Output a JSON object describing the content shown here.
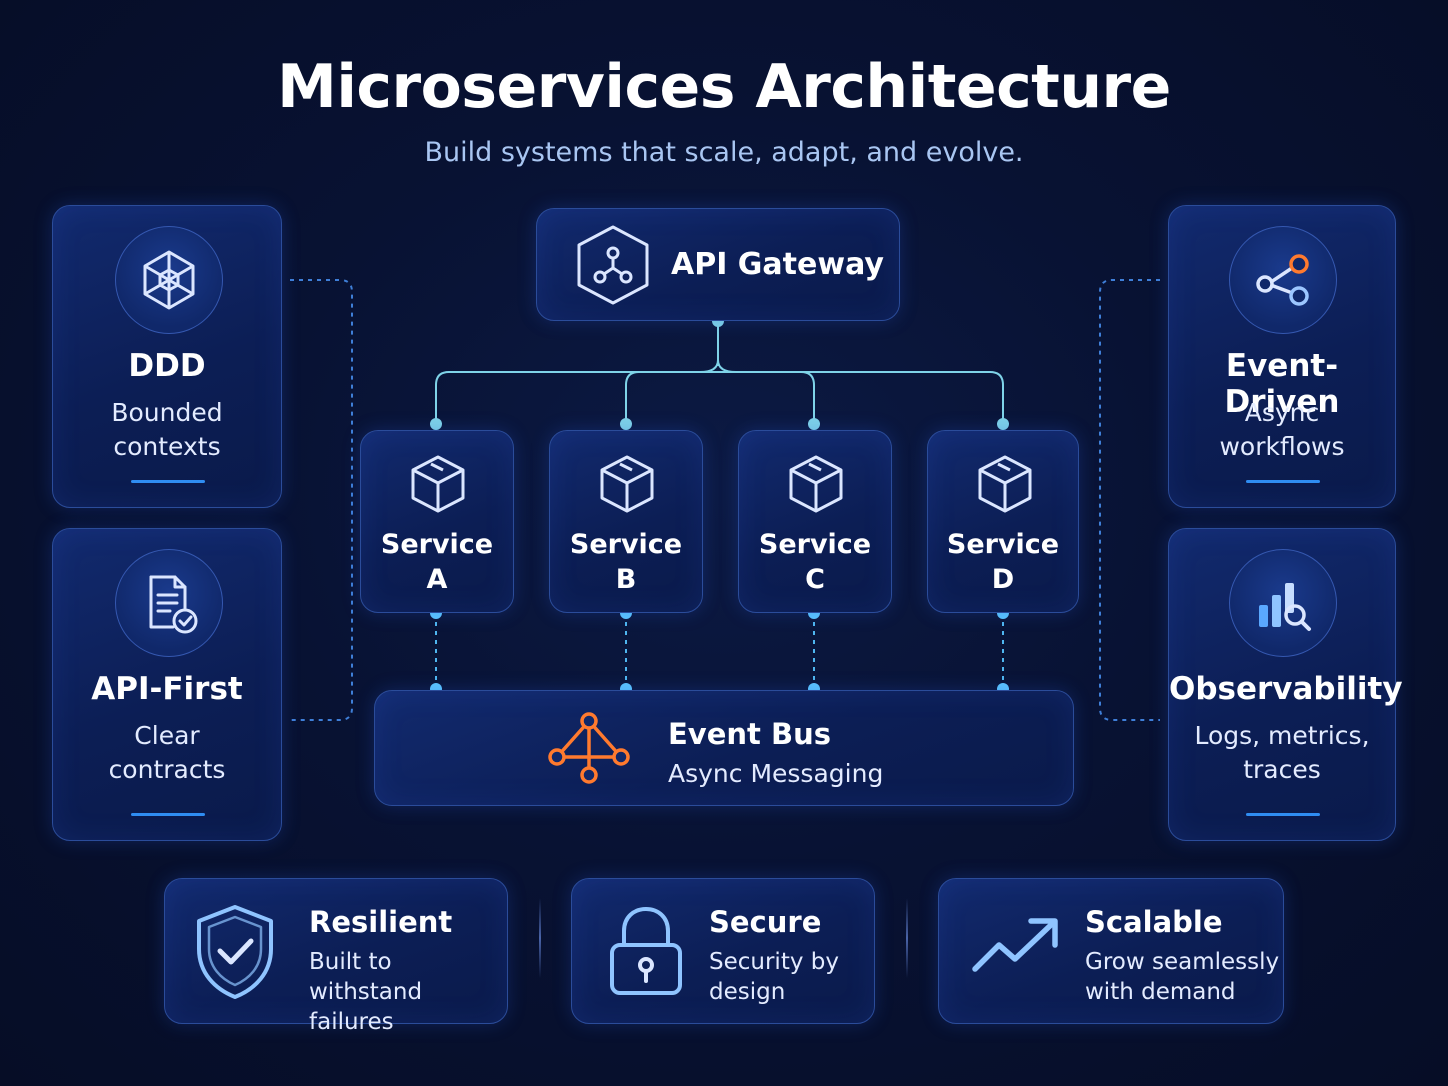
{
  "header": {
    "title": "Microservices Architecture",
    "subtitle": "Build systems that scale, adapt, and evolve."
  },
  "left_cards": [
    {
      "title": "DDD",
      "desc_line1": "Bounded",
      "desc_line2": "contexts",
      "icon": "hexagon-cube-icon"
    },
    {
      "title": "API-First",
      "desc_line1": "Clear",
      "desc_line2": "contracts",
      "icon": "document-check-icon"
    }
  ],
  "right_cards": [
    {
      "title": "Event-Driven",
      "desc_line1": "Async",
      "desc_line2": "workflows",
      "icon": "share-nodes-icon"
    },
    {
      "title": "Observability",
      "desc_line1": "Logs, metrics,",
      "desc_line2": "traces",
      "icon": "chart-magnifier-icon"
    }
  ],
  "gateway": {
    "label": "API Gateway",
    "icon": "hexagon-network-icon"
  },
  "services": [
    {
      "line1": "Service",
      "line2": "A",
      "icon": "box-icon"
    },
    {
      "line1": "Service",
      "line2": "B",
      "icon": "box-icon"
    },
    {
      "line1": "Service",
      "line2": "C",
      "icon": "box-icon"
    },
    {
      "line1": "Service",
      "line2": "D",
      "icon": "box-icon"
    }
  ],
  "event_bus": {
    "title": "Event Bus",
    "subtitle": "Async Messaging",
    "icon": "network-triangle-icon"
  },
  "features": [
    {
      "title": "Resilient",
      "desc_line1": "Built to withstand",
      "desc_line2": "failures",
      "icon": "shield-check-icon"
    },
    {
      "title": "Secure",
      "desc_line1": "Security by",
      "desc_line2": "design",
      "icon": "padlock-icon"
    },
    {
      "title": "Scalable",
      "desc_line1": "Grow seamlessly",
      "desc_line2": "with demand",
      "icon": "trend-up-arrow-icon"
    }
  ],
  "colors": {
    "background": "#081233",
    "card": "#10286a",
    "card_border": "#2b4c9a",
    "connector": "#7fd3e8",
    "accent_blue": "#2f8df2",
    "accent_orange": "#ff7a2e",
    "subtitle": "#a9c6f2"
  }
}
